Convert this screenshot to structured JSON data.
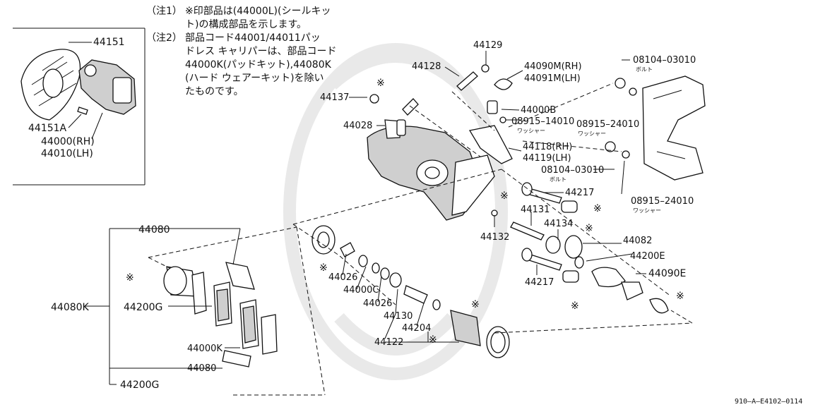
{
  "notes": {
    "note1_tag": "（注1）",
    "note1_lines": [
      "※印部品は(44000L)(シールキッ",
      "ト)の構成部品を示します。"
    ],
    "note2_tag": "（注2）",
    "note2_lines": [
      "部品コード44001/44011パッ",
      "ドレス キャリパーは、部品コード",
      "44000K(パッドキット),44080K",
      "(ハード ウェアーキット)を除い",
      "たものです。"
    ]
  },
  "inset_labels": {
    "p44151": "44151",
    "p44151A": "44151A",
    "p44000": "44000(RH)",
    "p44010": "44010(LH)"
  },
  "labels": {
    "p44129": "44129",
    "p44128": "44128",
    "p44090M": "44090M(RH)",
    "p44091M": "44091M(LH)",
    "p44137": "44137",
    "p44000B": "44000B",
    "p44028": "44028",
    "p08915_14010": "08915–14010",
    "washer1": "ワッシャー",
    "p44118": "44118(RH)",
    "p44119": "44119(LH)",
    "p08104_03010a": "08104–03010",
    "bolt1": "ボルト",
    "p08915_24010a": "08915–24010",
    "washer2": "ワッシャー",
    "p08104_03010b": "08104–03010",
    "bolt2": "ボルト",
    "p44217a": "44217",
    "p08915_24010b": "08915–24010",
    "washer3": "ワッシャー",
    "p44131": "44131",
    "p44134": "44134",
    "p44132": "44132",
    "p44082": "44082",
    "p44200E": "44200E",
    "p44090E": "44090E",
    "p44217b": "44217",
    "p44080_top": "44080",
    "p44080K": "44080K",
    "p44200G_a": "44200G",
    "p44026a": "44026",
    "p44000C": "44000C",
    "p44026b": "44026",
    "p44130": "44130",
    "p44204": "44204",
    "p44122": "44122",
    "p44000K": "44000K",
    "p44080_bot": "44080",
    "p44200G_b": "44200G"
  },
  "star_mark": "※",
  "footer_code": "910–A–E4102–0114"
}
